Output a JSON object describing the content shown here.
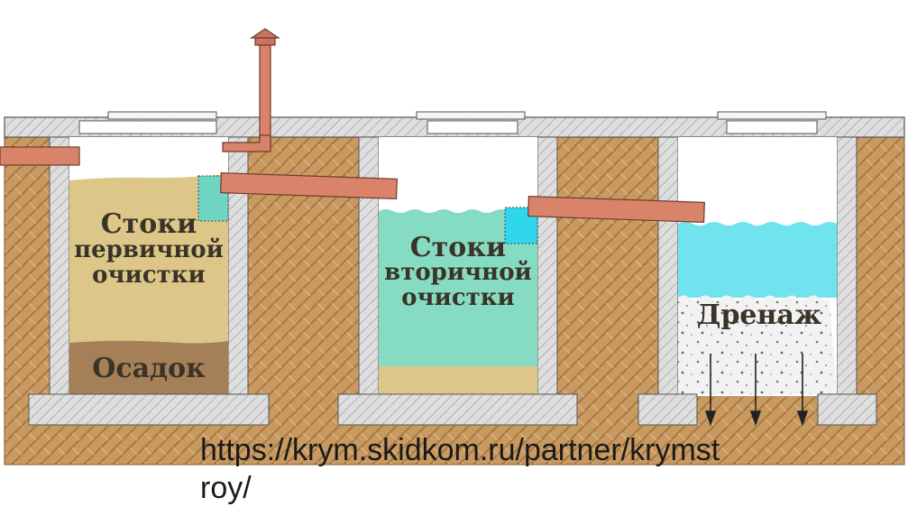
{
  "tanks": {
    "first": {
      "label_line1": "Стоки",
      "label_line2": "первичной",
      "label_line3": "очистки",
      "sludge_label": "Осадок"
    },
    "second": {
      "label_line1": "Стоки",
      "label_line2": "вторичной",
      "label_line3": "очистки"
    },
    "third": {
      "label": "Дренаж"
    }
  },
  "watermark": {
    "url": "https://krym.skidkom.ru/partner/krymstroy/"
  },
  "colors": {
    "soil": "#c89a62",
    "concrete": "#dcdcdc",
    "primary_effluent": "#dcc688",
    "sludge": "#a47f58",
    "secondary_effluent": "#86dcc2",
    "drain_water": "#6fe4ee",
    "pipe": "#d9846a"
  }
}
